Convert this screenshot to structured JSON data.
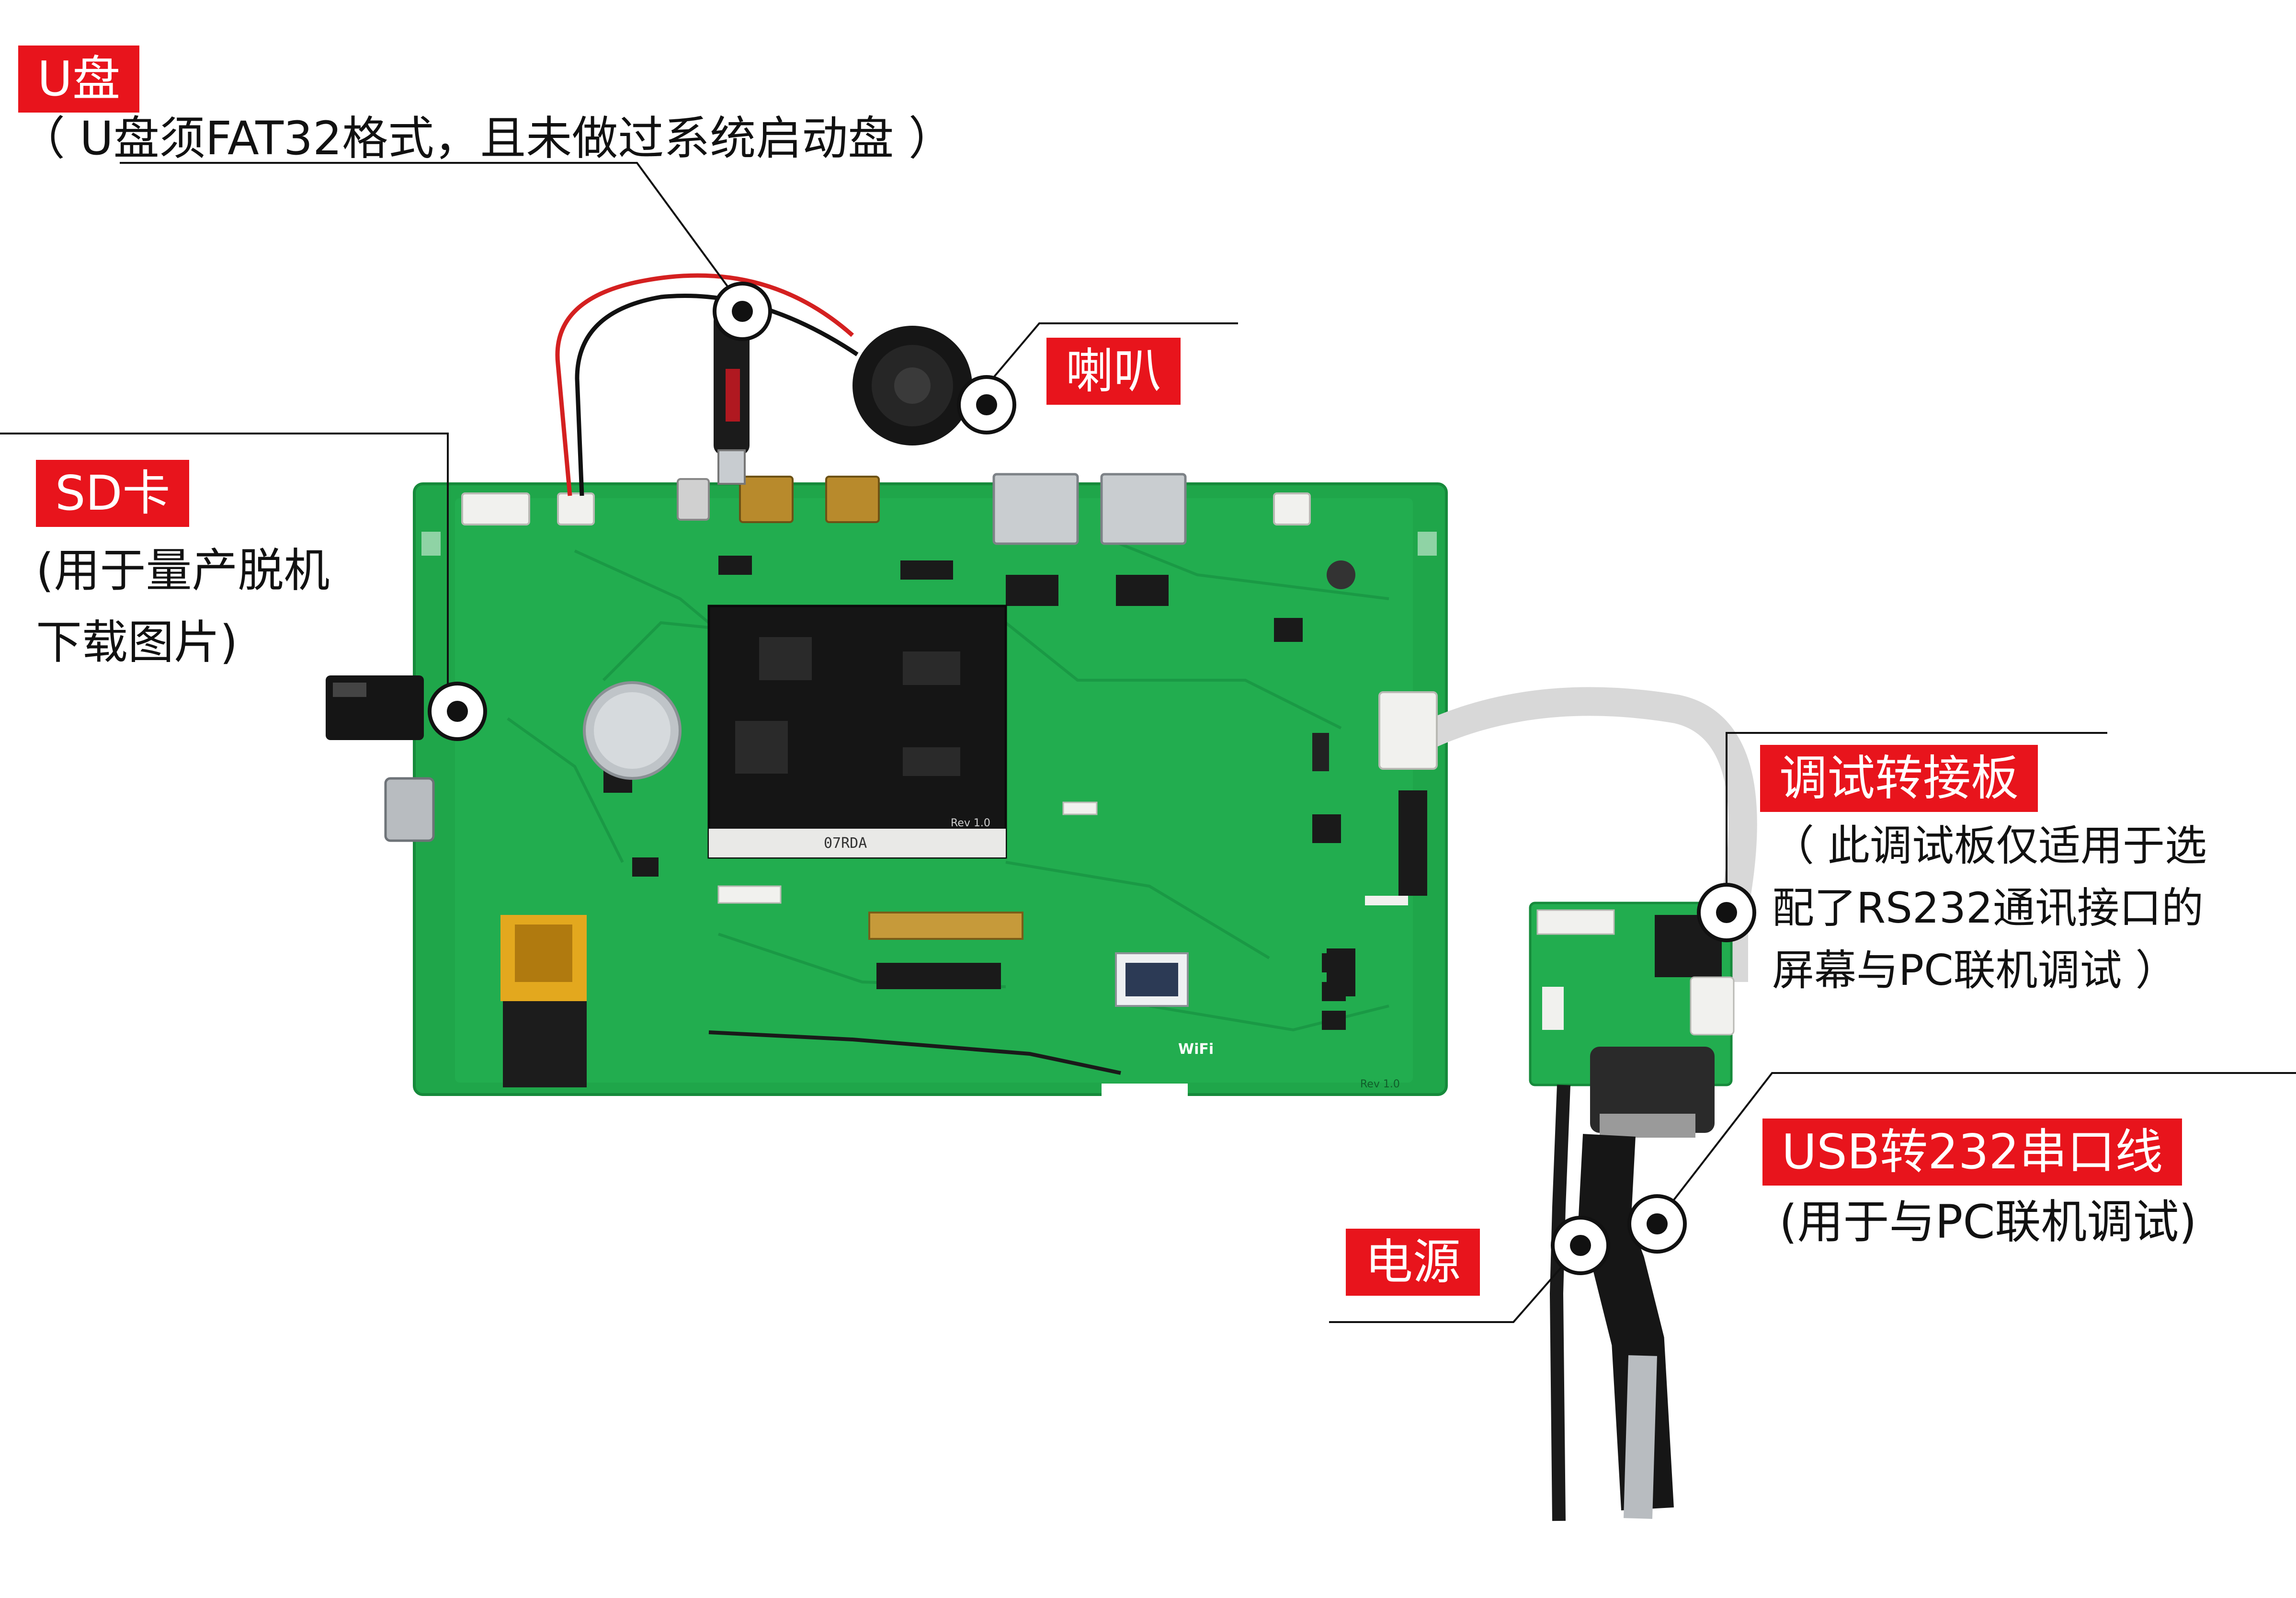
{
  "labels": {
    "udisk": {
      "title": "U盘",
      "note": "（ U盘须FAT32格式，且未做过系统启动盘 ）"
    },
    "speaker": {
      "title": "喇叭"
    },
    "sdcard": {
      "title": "SD卡",
      "note_line1": "(用于量产脱机",
      "note_line2": "下载图片)"
    },
    "adapter": {
      "title": "调试转接板",
      "note_line1": "（ 此调试板仅适用于选",
      "note_line2": "配了RS232通讯接口的",
      "note_line3": "屏幕与PC联机调试 ）"
    },
    "serial": {
      "title": "USB转232串口线",
      "note": "(用于与PC联机调试)"
    },
    "power": {
      "title": "电源"
    }
  },
  "board": {
    "module_label": "07RDA",
    "module_rev": "Rev 1.0",
    "board_rev": "Rev 1.0",
    "wifi_label": "WiFi"
  },
  "colors": {
    "tag_red": "#e8141c",
    "pcb_green": "#1fa64a",
    "pcb_dark": "#17893b",
    "module_black": "#151515",
    "connector_white": "#f1f1ee",
    "cable_grey": "#d8d8d8"
  }
}
